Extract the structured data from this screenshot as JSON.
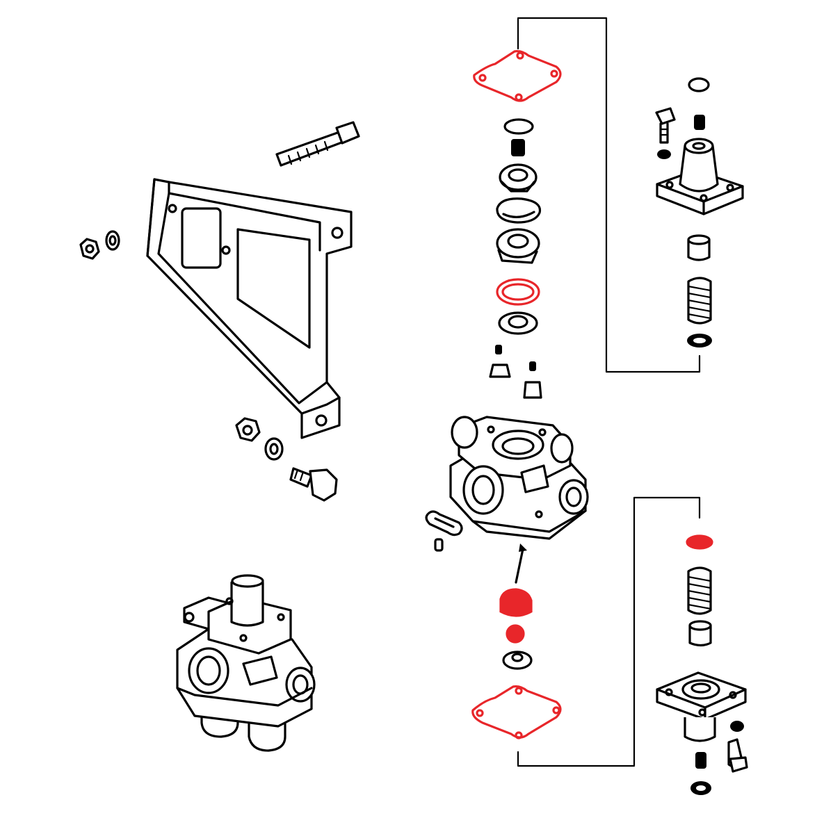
{
  "colors": {
    "line": "#000000",
    "highlight": "#e8262a",
    "background": "#ffffff"
  },
  "highlighted_parts": [
    "gasket-top",
    "o-ring-seal",
    "gasket-bottom",
    "valve-cap-red",
    "small-seal-red",
    "washer-red"
  ]
}
